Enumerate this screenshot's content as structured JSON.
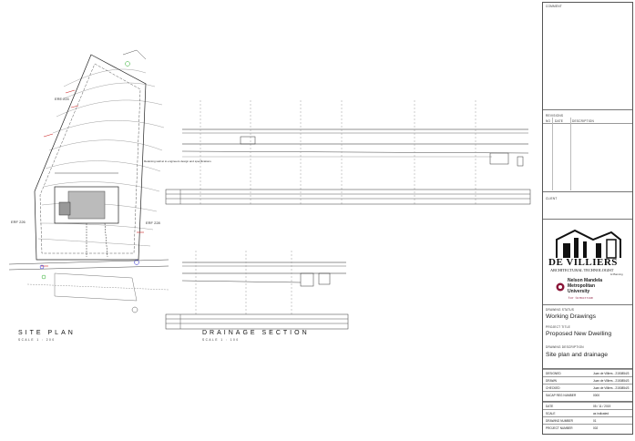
{
  "drawing": {
    "site_plan_title": "SITE PLAN",
    "site_plan_scale": "SCALE 1 : 200",
    "drainage_title": "DRAINAGE SECTION",
    "drainage_scale": "SCALE 1 : 100",
    "erf_labels": [
      "ERF 224",
      "ERF 226",
      "ERF 228"
    ],
    "note_retaining": "Retaining wall at to engineers design and specifications"
  },
  "title_block": {
    "comment_label": "COMMENT",
    "revisions_label": "REVISIONS",
    "rev_columns": [
      "NO",
      "DATE",
      "DESCRIPTION"
    ],
    "client_label": "CLIENT",
    "logo_name": "DE VILLIERS",
    "logo_sub": "ARCHITECTURAL TECHNOLOGIST",
    "logo_tag": "& Planning",
    "university_line1": "Nelson Mandela",
    "university_line2": "Metropolitan",
    "university_line3": "University",
    "university_tag": "for tomorrow",
    "drawing_status_label": "DRAWING STATUS",
    "drawing_status": "Working Drawings",
    "project_title_label": "PROJECT TITLE",
    "project_title": "Proposed New Dwelling",
    "drawing_description_label": "DRAWING DESCRIPTION",
    "drawing_description": "Site plan and drainage",
    "designed_label": "DESIGNED",
    "designed_value": "Juan de Villiers - 2150854/3",
    "drawn_label": "DRAWN",
    "drawn_value": "Juan de Villiers - 2150854/3",
    "checked_label": "CHECKED",
    "checked_value": "Juan de Villiers - 2150854/3",
    "sacap_label": "SACAP REG NUMBER",
    "sacap_value": "0000",
    "date_label": "DATE",
    "date_value": "05 / 11 / 2019",
    "scale_label": "SCALE",
    "scale_value": "as indicated",
    "drawing_number_label": "DRAWING NUMBER",
    "drawing_number_value": "01",
    "project_number_label": "PROJECT NUMBER",
    "project_number_value": "002"
  }
}
